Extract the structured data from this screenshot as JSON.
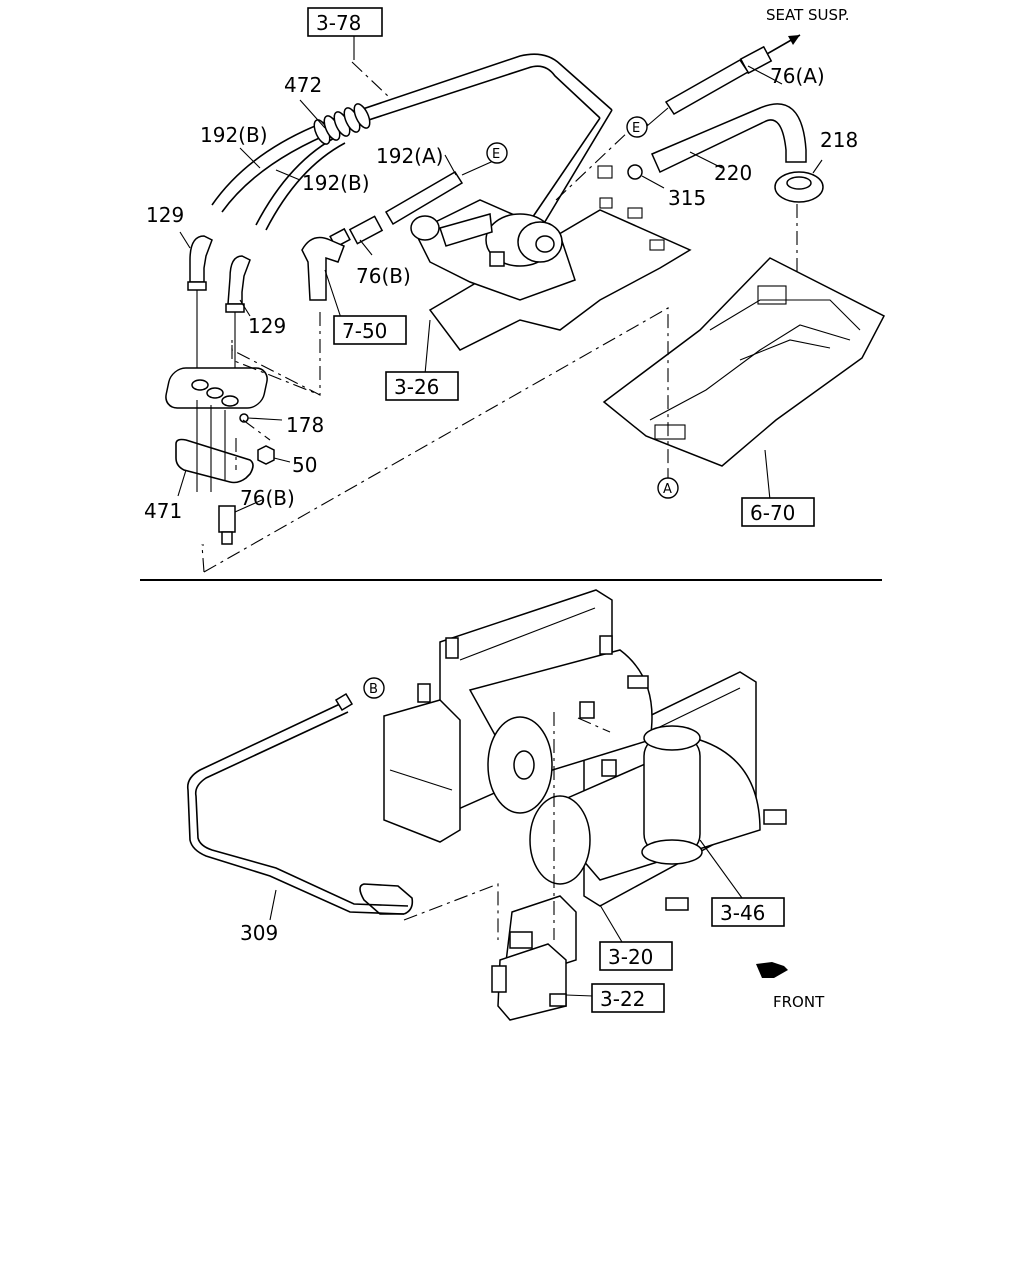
{
  "callouts": {
    "seat_susp": "SEAT SUSP.",
    "front": "FRONT"
  },
  "part_labels": {
    "p472": "472",
    "p192b_1": "192(B)",
    "p192b_2": "192(B)",
    "p192a": "192(A)",
    "p76a": "76(A)",
    "p220": "220",
    "p218": "218",
    "p315": "315",
    "p129_1": "129",
    "p129_2": "129",
    "p76b_1": "76(B)",
    "p76b_2": "76(B)",
    "p178": "178",
    "p50": "50",
    "p471": "471",
    "p309": "309"
  },
  "ref_boxes": {
    "r3_78": "3-78",
    "r7_50": "7-50",
    "r3_26": "3-26",
    "r6_70": "6-70",
    "r3_46": "3-46",
    "r3_20": "3-20",
    "r3_22": "3-22"
  },
  "connectors": {
    "E1": "E",
    "E2": "E",
    "A": "A",
    "B": "B"
  }
}
